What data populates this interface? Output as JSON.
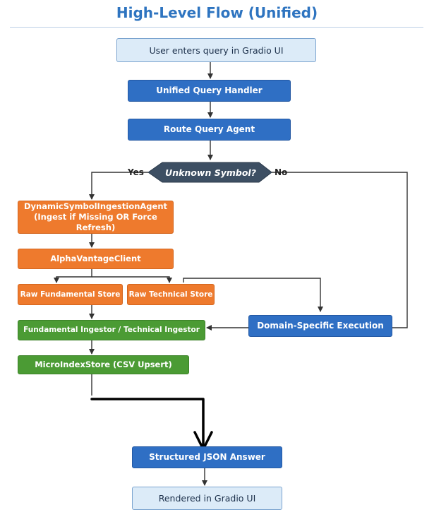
{
  "title": "High-Level Flow (Unified)",
  "nodes": {
    "user_query": "User enters query in Gradio UI",
    "unified_handler": "Unified Query Handler",
    "route_agent": "Route Query Agent",
    "decision": "Unknown Symbol?",
    "ingestion_agent_line1": "DynamicSymbolIngestionAgent",
    "ingestion_agent_line2": "(Ingest if Missing OR Force Refresh)",
    "alpha_client": "AlphaVantageClient",
    "raw_fundamental": "Raw Fundamental Store",
    "raw_technical": "Raw Technical Store",
    "ingestors": "Fundamental Ingestor / Technical Ingestor",
    "domain_exec": "Domain-Specific Execution",
    "micro_index": "MicroIndexStore (CSV Upsert)",
    "structured_json": "Structured JSON Answer",
    "rendered": "Rendered in Gradio UI"
  },
  "edge_labels": {
    "yes": "Yes",
    "no": "No"
  },
  "colors": {
    "title": "#2e74c0",
    "light_box": "#dcebf8",
    "blue_box": "#2f6fc4",
    "orange_box": "#ee7a2d",
    "green_box": "#4b9b34",
    "decision": "#3d4f63",
    "edge": "#333333"
  }
}
